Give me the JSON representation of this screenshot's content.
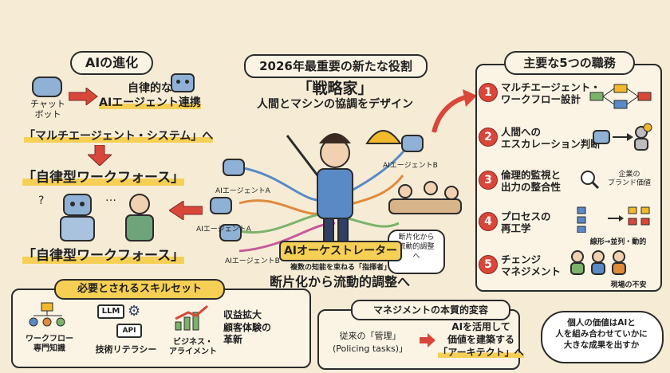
{
  "header": {
    "banner": "2026年最重要の新たな役割",
    "title": "「戦略家」",
    "subtitle": "人間とマシンの協調をデザイン"
  },
  "evolution": {
    "title": "AIの進化",
    "chatbot": "チャット\nボット",
    "autonomous_line1": "自律的な",
    "autonomous_line2": "AIエージェント連携",
    "multi_agent": "「マルチエージェント・システム」へ",
    "workforce_1": "「自律型ワークフォース」",
    "workforce_2": "「自律型ワークフォース」"
  },
  "center": {
    "agent_a1": "AIエージェントA",
    "agent_a2": "AIエージェントA",
    "agent_b1": "AIエージェントB",
    "agent_b2": "AIエージェントB",
    "orchestrator": "AIオーケストレーター",
    "orchestrator_sub": "複数の知能を束ねる「指揮者」",
    "flow": "断片化から流動的調整へ",
    "bubble": "断片化から\n流動的調整\nへ"
  },
  "roles": {
    "title": "主要な5つの職務",
    "items": [
      {
        "num": "1",
        "text": "マルチエージェント・\nワークフロー設計"
      },
      {
        "num": "2",
        "text": "人間への\nエスカレーション判断"
      },
      {
        "num": "3",
        "text": "倫理的監視と\n出力の整合性",
        "note": "企業の\nブランド価値"
      },
      {
        "num": "4",
        "text": "プロセスの\n再工学",
        "note": "線形→並列・動的"
      },
      {
        "num": "5",
        "text": "チェンジ\nマネジメント",
        "note": "現場の不安"
      }
    ]
  },
  "skills": {
    "title": "必要とされるスキルセット",
    "workflow": "ワークフロー\n専門知識",
    "tech": "技術リテラシー",
    "business": "ビジネス・\nアライメント",
    "llm": "LLM",
    "api": "API",
    "revenue": "収益拡大",
    "cx": "顧客体験の\n革新"
  },
  "management": {
    "title": "マネジメントの本質的変容",
    "from_line1": "従来の「管理」",
    "from_line2": "(Policing tasks)」",
    "to_line1": "AIを活用して",
    "to_line2": "価値を建築する",
    "to_line3": "「アーキテクト」へ",
    "bubble": "個人の価値はAIと\n人を組み合わせていかに\n大きな成果を出すか"
  },
  "colors": {
    "accent_red": "#d9473a",
    "highlight": "#f6cf55",
    "background": "#f6ecd6"
  }
}
